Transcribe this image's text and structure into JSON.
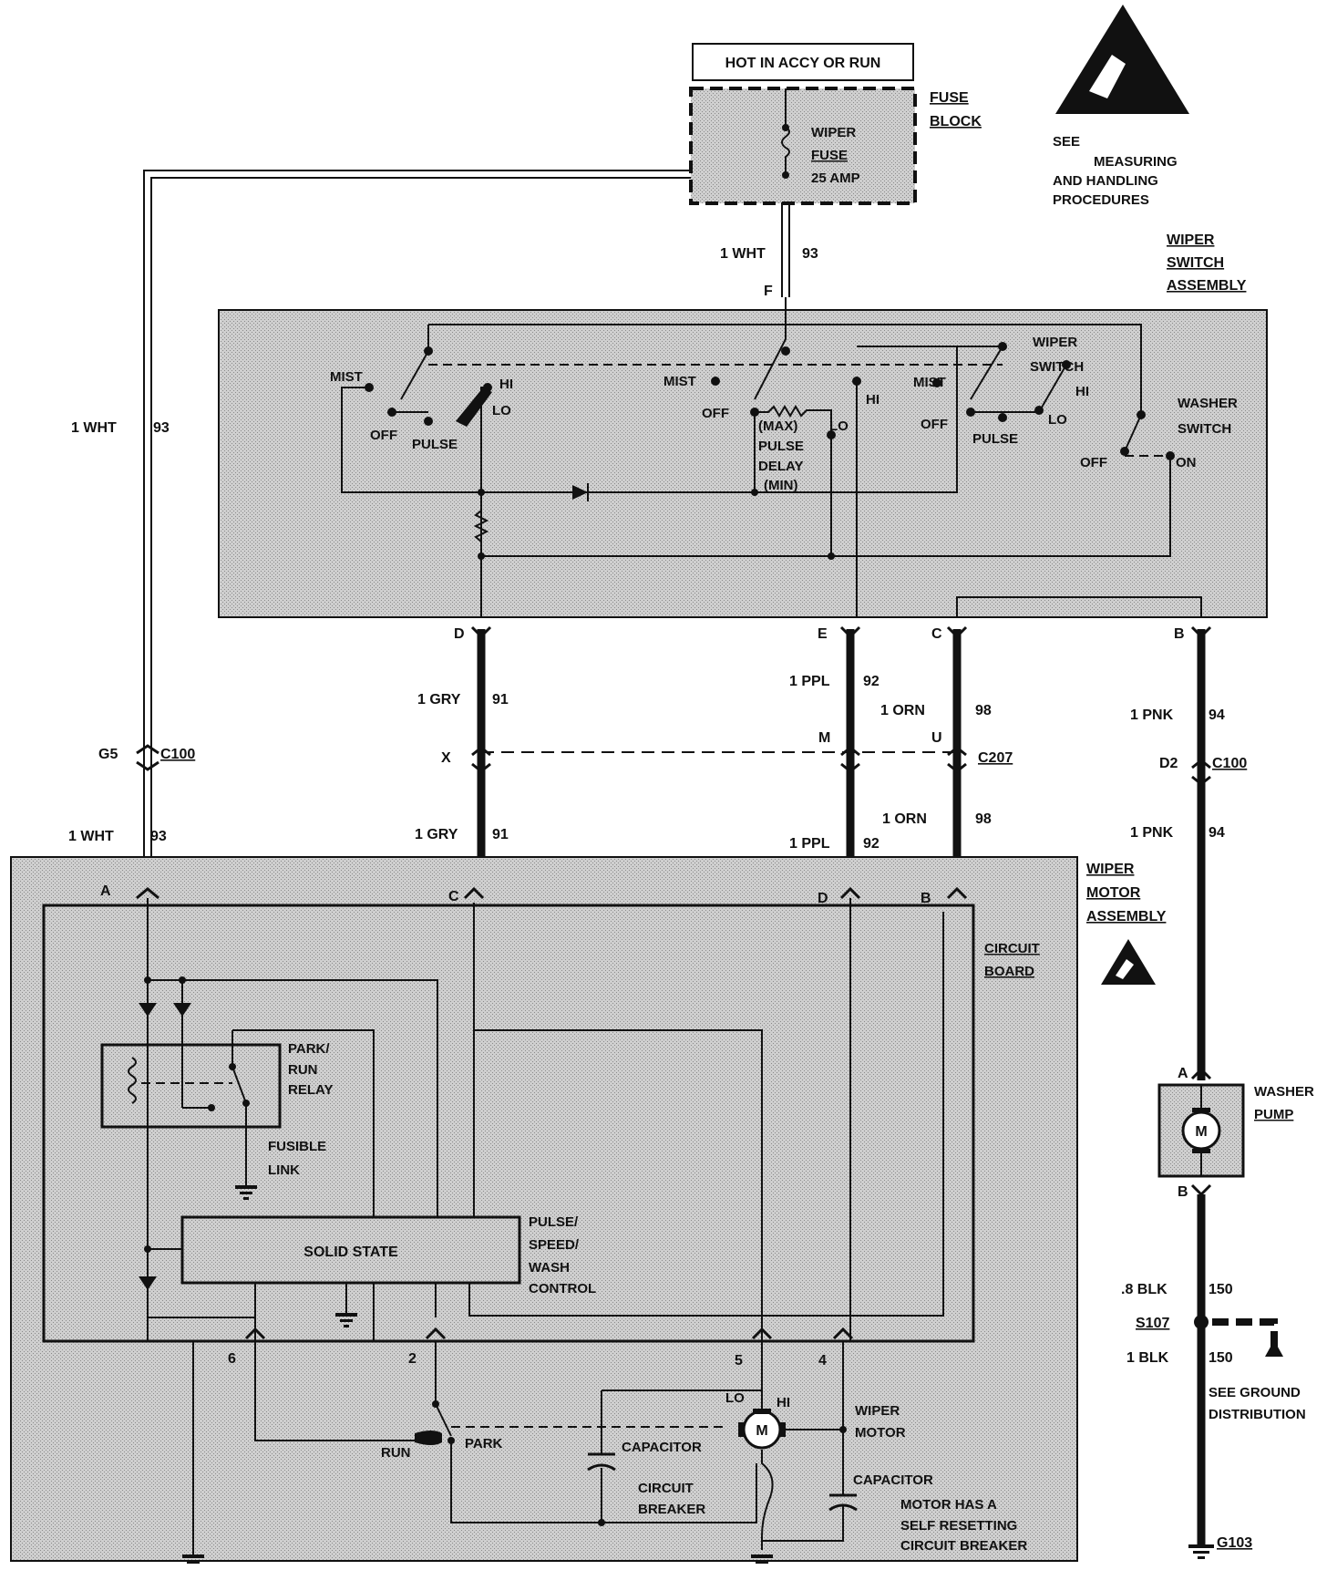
{
  "power": {
    "hot_label": "HOT IN ACCY OR RUN",
    "fuse_block": [
      "FUSE",
      "BLOCK"
    ],
    "fuse": [
      "WIPER",
      "FUSE",
      "25 AMP"
    ]
  },
  "esd_note": [
    "SEE",
    "MEASURING",
    "AND HANDLING",
    "PROCEDURES"
  ],
  "switch_assembly": {
    "title": [
      "WIPER",
      "SWITCH",
      "ASSEMBLY"
    ],
    "pin_f": "F",
    "mist": "MIST",
    "off": "OFF",
    "pulse": "PULSE",
    "hi": "HI",
    "lo": "LO",
    "delay": [
      "(MAX)",
      "PULSE",
      "DELAY",
      "(MIN)"
    ],
    "wiper_switch": [
      "WIPER",
      "SWITCH"
    ],
    "washer_switch": [
      "WASHER",
      "SWITCH"
    ],
    "washer_off": "OFF",
    "washer_on": "ON"
  },
  "wires": {
    "wht": "1 WHT",
    "wht_circuit": "93",
    "gry": "1 GRY",
    "gry_circuit": "91",
    "ppl": "1 PPL",
    "ppl_circuit": "92",
    "orn": "1 ORN",
    "orn_circuit": "98",
    "pnk": "1 PNK",
    "pnk_circuit": "94",
    "blk8": ".8 BLK",
    "blk1": "1 BLK",
    "blk_circuit": "150"
  },
  "connectors": {
    "d": "D",
    "e": "E",
    "c": "C",
    "b": "B",
    "g5": "G5",
    "c100": "C100",
    "x": "X",
    "m": "M",
    "u": "U",
    "c207": "C207",
    "d2": "D2"
  },
  "motor_assembly": {
    "title": [
      "WIPER",
      "MOTOR",
      "ASSEMBLY"
    ],
    "pin_a": "A",
    "pin_c": "C",
    "pin_d": "D",
    "pin_b": "B",
    "circuit_board": [
      "CIRCUIT",
      "BOARD"
    ],
    "relay": [
      "PARK/",
      "RUN",
      "RELAY"
    ],
    "fusible": [
      "FUSIBLE",
      "LINK"
    ],
    "solid_state": "SOLID STATE",
    "control": [
      "PULSE/",
      "SPEED/",
      "WASH",
      "CONTROL"
    ],
    "pin6": "6",
    "pin2": "2",
    "pin5": "5",
    "pin4": "4",
    "lo": "LO",
    "hi": "HI",
    "m": "M",
    "wiper_motor": [
      "WIPER",
      "MOTOR"
    ],
    "run": "RUN",
    "park": "PARK",
    "capacitor1": "CAPACITOR",
    "capacitor2": "CAPACITOR",
    "breaker": [
      "CIRCUIT",
      "BREAKER"
    ],
    "note": [
      "MOTOR HAS A",
      "SELF RESETTING",
      "CIRCUIT BREAKER"
    ]
  },
  "washer": {
    "pin_a": "A",
    "pin_b": "B",
    "pump": [
      "WASHER",
      "PUMP"
    ],
    "m": "M",
    "splice": "S107",
    "ground_ref": [
      "SEE GROUND",
      "DISTRIBUTION"
    ],
    "ground": "G103"
  }
}
